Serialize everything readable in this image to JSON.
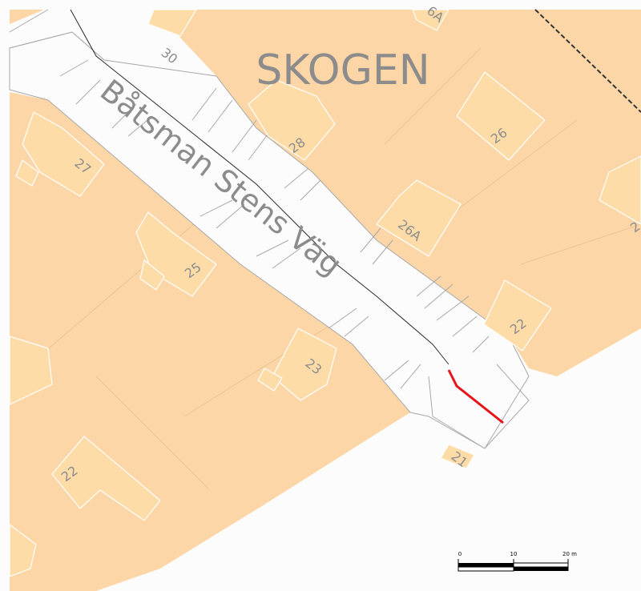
{
  "map": {
    "area_label": "SKOGEN",
    "street_name": "Båtsman Stens Väg",
    "house_numbers": {
      "n30": "30",
      "n28": "28",
      "n26": "26",
      "n26a": "26A",
      "n22_right": "22",
      "n27": "27",
      "n25": "25",
      "n23": "23",
      "n22_left": "22",
      "n21": "21",
      "n6a_partial": "6A",
      "n2_partial": "2"
    },
    "scale_bar": {
      "tick_0": "0",
      "tick_10": "10",
      "tick_20": "20 m"
    },
    "colors": {
      "land": "#fcd6a6",
      "building": "#fddca8",
      "road": "#fcfcfc",
      "road_edge": "#a8a8a8",
      "building_edge": "#ffffff",
      "highlight_route": "#e8141a",
      "label_grey": "#8c8c8c"
    }
  }
}
